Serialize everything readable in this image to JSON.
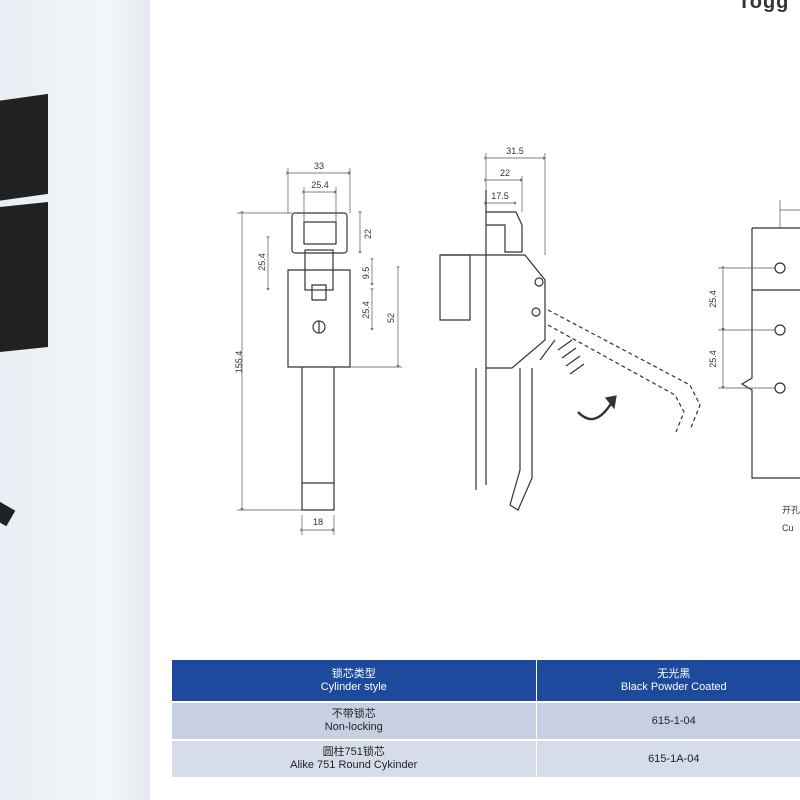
{
  "header": {
    "title_fragment": "Togg"
  },
  "drawing_front": {
    "dim_top_outer": "33",
    "dim_top_inner": "25.4",
    "dim_left_small": "25.4",
    "dim_right_top": "22",
    "dim_right_mid": "9.5",
    "dim_right_low": "25.4",
    "dim_right_total": "52",
    "dim_height": "155.4",
    "dim_bottom": "18"
  },
  "drawing_side": {
    "dim_top_a": "31.5",
    "dim_top_b": "22",
    "dim_top_c": "17.5"
  },
  "drawing_cutout": {
    "dim_a": "25.4",
    "dim_b": "25.4",
    "caption_cn": "开孔",
    "caption_en": "Cu"
  },
  "table": {
    "headers": [
      {
        "cn": "锁芯类型",
        "en": "Cylinder style"
      },
      {
        "cn": "无光黑",
        "en": "Black Powder Coated"
      }
    ],
    "rows": [
      {
        "style_cn": "不带锁芯",
        "style_en": "Non-locking",
        "code": "615-1-04"
      },
      {
        "style_cn": "圆柱751锁芯",
        "style_en": "Alike 751 Round Cykinder",
        "code": "615-1A-04"
      }
    ]
  },
  "colors": {
    "header_blue": "#1d4a9c",
    "row_gray": "#c7cfe2",
    "product_black": "#1f2221",
    "line": "#333333"
  }
}
